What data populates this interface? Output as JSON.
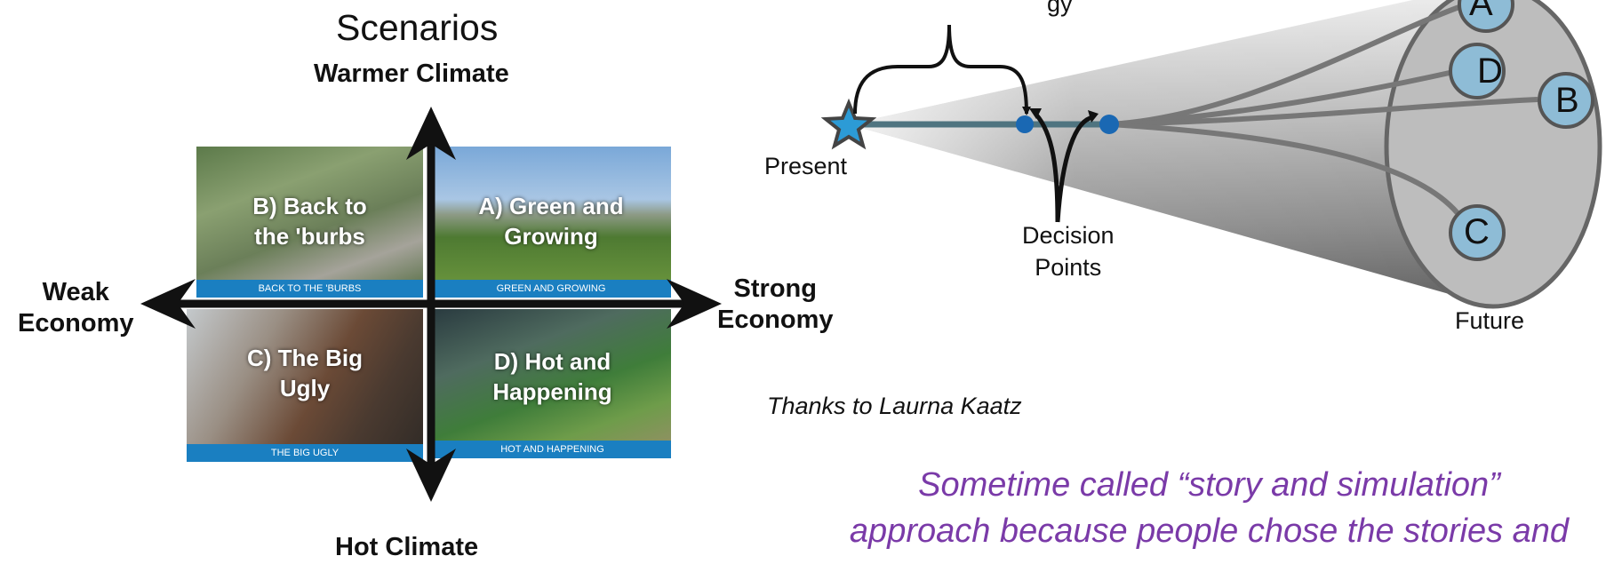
{
  "scenarios": {
    "title": "Scenarios",
    "top_label": "Warmer Climate",
    "bottom_label": "Hot Climate",
    "left_label": [
      "Weak",
      "Economy"
    ],
    "right_label": [
      "Strong",
      "Economy"
    ],
    "quadrants": [
      {
        "id": "B",
        "caption": [
          "B) Back to",
          "the 'burbs"
        ],
        "band": "BACK TO THE 'BURBS"
      },
      {
        "id": "A",
        "caption": [
          "A) Green and",
          "Growing"
        ],
        "band": "GREEN AND GROWING"
      },
      {
        "id": "C",
        "caption": [
          "C) The Big",
          "Ugly"
        ],
        "band": "THE BIG UGLY"
      },
      {
        "id": "D",
        "caption": [
          "D) Hot and",
          "Happening"
        ],
        "band": "HOT AND HAPPENING"
      }
    ]
  },
  "cone": {
    "present_label": "Present",
    "decision_label": [
      "Decision",
      "Points"
    ],
    "future_label": "Future",
    "nodes": [
      "A",
      "D",
      "B",
      "C"
    ],
    "top_fragment": "gy"
  },
  "credit": "Thanks to Laurna Kaatz",
  "note": [
    "Sometime called “story and simulation”",
    "approach because people chose the stories and"
  ],
  "colors": {
    "band": "#1a7fc1",
    "node": "#8ebcd6",
    "purple": "#7a3aa8",
    "arrow": "#111111"
  }
}
